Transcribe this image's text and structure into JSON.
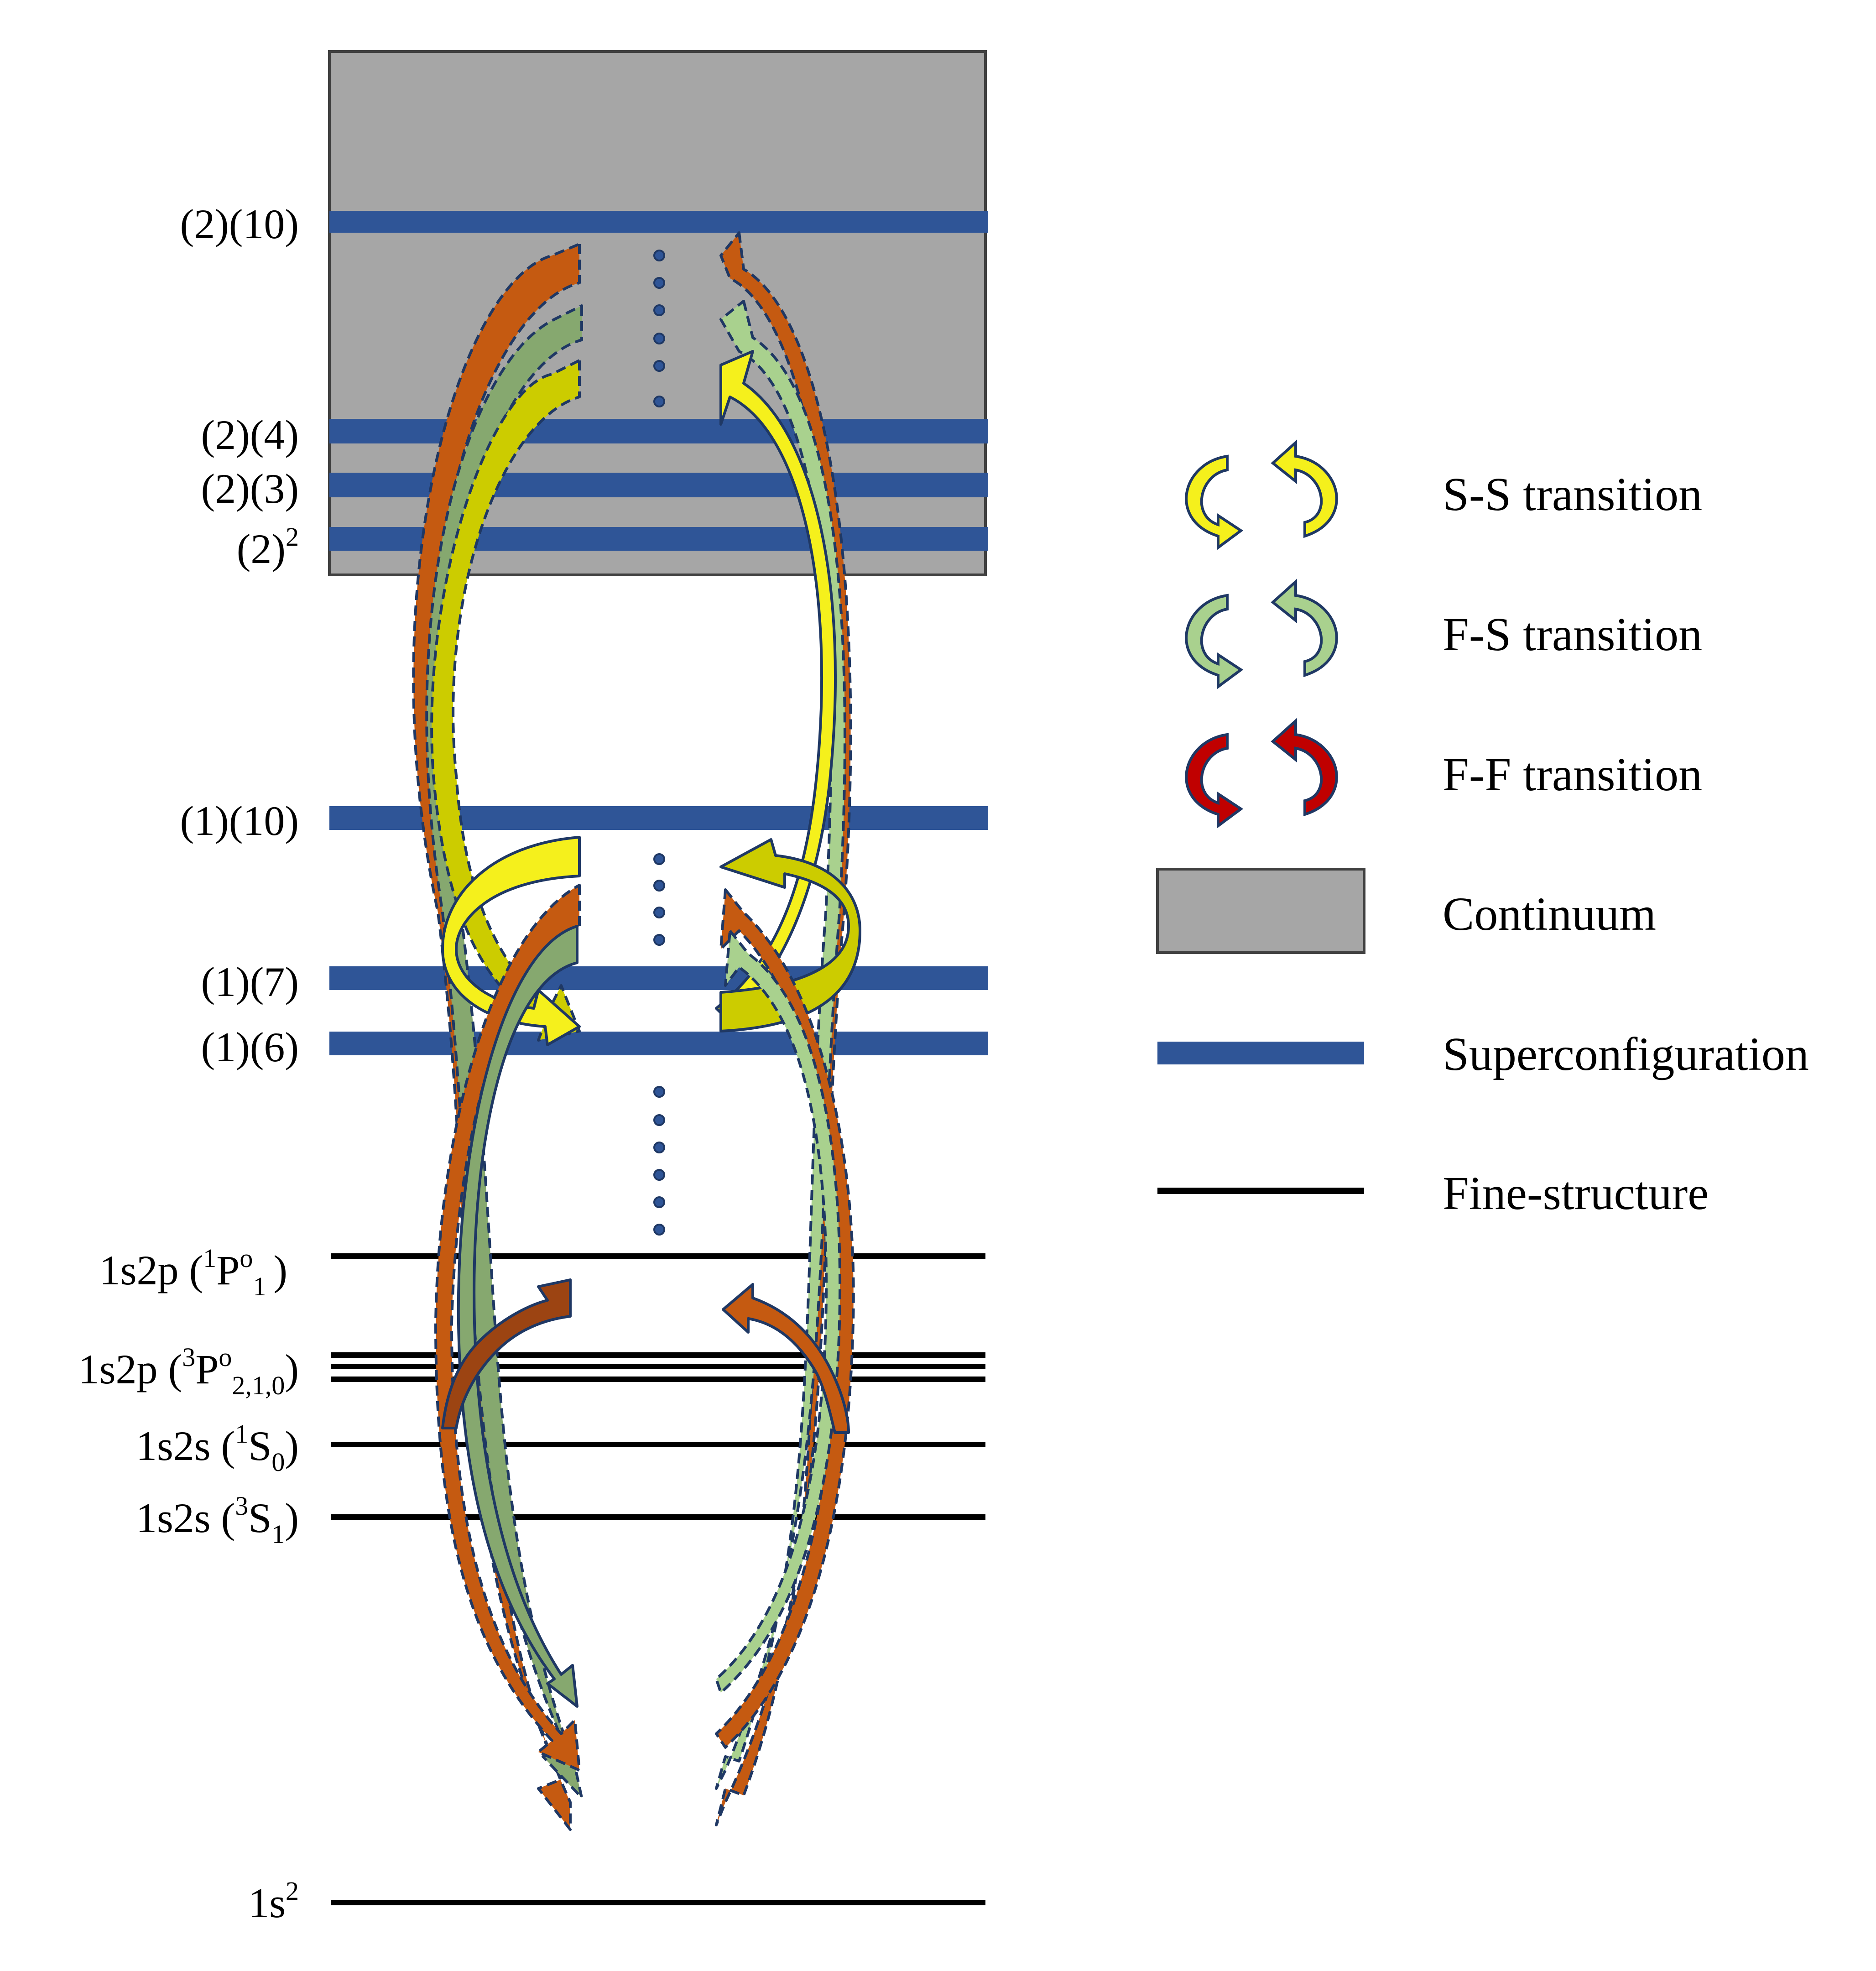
{
  "colors": {
    "continuum_fill": "#a6a6a6",
    "continuum_stroke": "#404040",
    "superconfiguration": "#2f5597",
    "fine_structure": "#000000",
    "ss_arrow": "#f5f01c",
    "ss_arrow_dark": "#cccc00",
    "fs_arrow": "#a9d18e",
    "fs_arrow_dark": "#86a86f",
    "ff_arrow": "#c55a11",
    "ff_arrow_dark": "#9c4412",
    "ff_legend": "#c00000",
    "outline": "#1f3864",
    "dots": "#2f5597"
  },
  "superconfiguration_levels": [
    {
      "id": "2-10",
      "label": "(2)(10)"
    },
    {
      "id": "2-4",
      "label": "(2)(4)"
    },
    {
      "id": "2-3",
      "label": "(2)(3)"
    },
    {
      "id": "2-2",
      "label": "(2)",
      "sup": "2"
    },
    {
      "id": "1-10",
      "label": "(1)(10)"
    },
    {
      "id": "1-7",
      "label": "(1)(7)"
    },
    {
      "id": "1-6",
      "label": "(1)(6)"
    }
  ],
  "fine_structure_levels": {
    "p1P": {
      "prefix": "1s2p (",
      "sup": "1",
      "term": "P",
      "sup2": "o",
      "sub": "1",
      "suffix": ")"
    },
    "p3P": {
      "prefix": "1s2p (",
      "sup": "3",
      "term": "P",
      "sup2": "o",
      "sub": "2,1,0",
      "suffix": ")"
    },
    "s1S": {
      "prefix": "1s2s (",
      "sup": "1",
      "term": "S",
      "sub": "0",
      "suffix": ")"
    },
    "s3S": {
      "prefix": "1s2s (",
      "sup": "3",
      "term": "S",
      "sub": "1",
      "suffix": ")"
    },
    "ground": {
      "prefix": "1s",
      "sup": "2"
    }
  },
  "legend": {
    "ss": "S-S transition",
    "fs": "F-S transition",
    "ff": "F-F transition",
    "continuum": "Continuum",
    "superconfiguration": "Superconfiguration",
    "fine_structure": "Fine-structure"
  }
}
